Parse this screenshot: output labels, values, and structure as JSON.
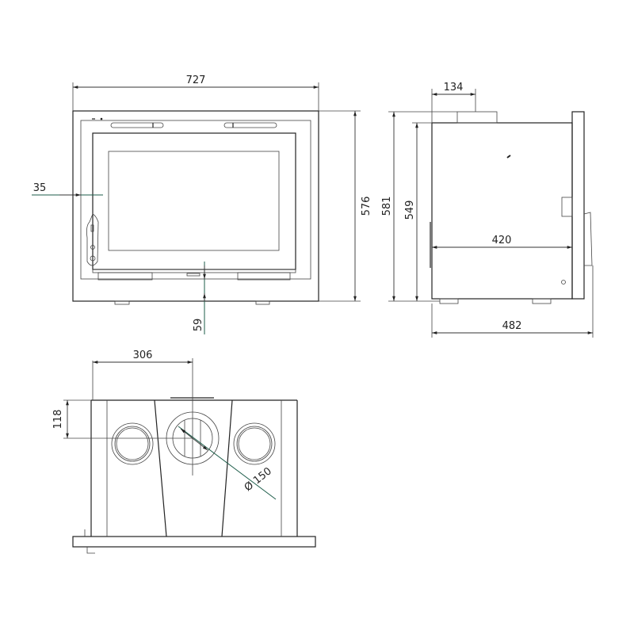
{
  "front_view": {
    "width_label": "727",
    "height_label": "576",
    "side_offset_label": "35",
    "bottom_offset_label": "59"
  },
  "side_view": {
    "flue_offset_label": "134",
    "total_height_label": "581",
    "body_height_label": "549",
    "body_depth_label": "420",
    "total_depth_label": "482"
  },
  "top_view": {
    "flue_offset_x_label": "306",
    "flue_offset_y_label": "118",
    "flue_diameter_label": "Ø 150"
  },
  "colors": {
    "line": "#222222",
    "dimension_accent": "#1d5d4a"
  }
}
